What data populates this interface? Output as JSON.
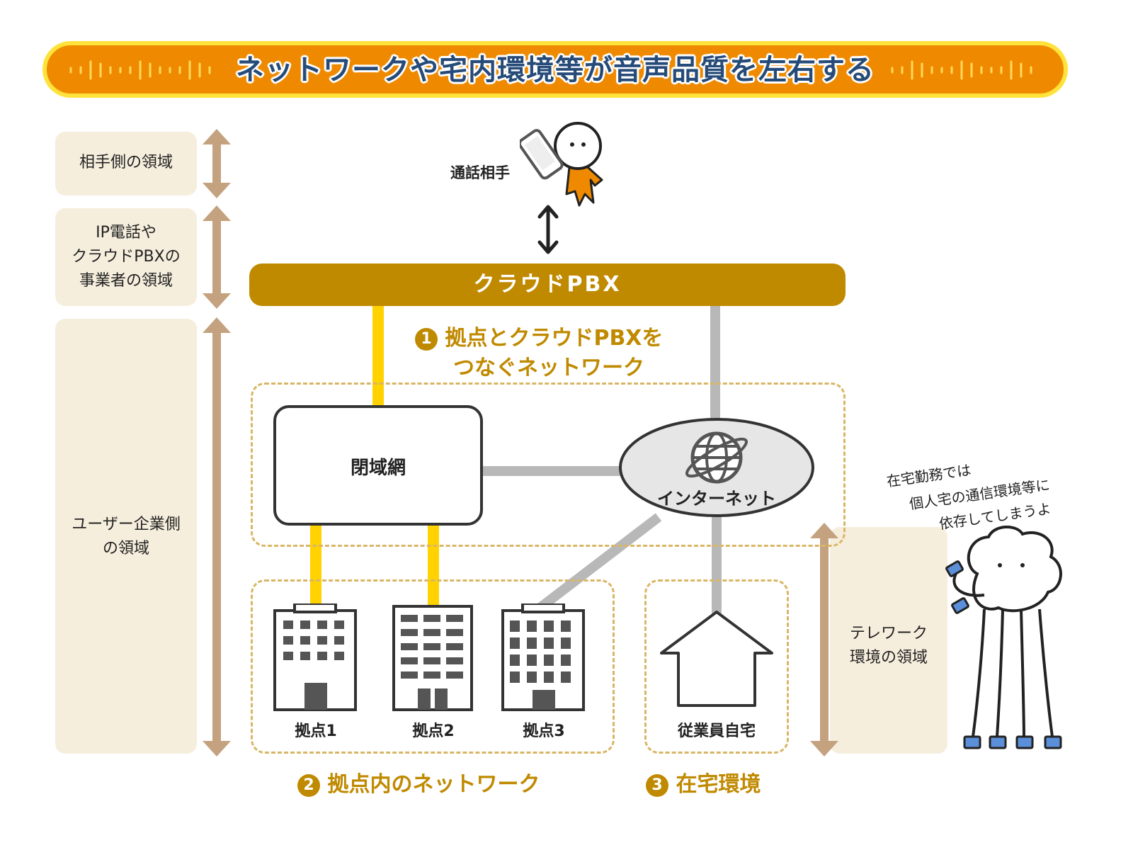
{
  "title": "ネットワークや宅内環境等が音声品質を左右する",
  "regions": {
    "partner": "相手側の領域",
    "provider_line1": "IP電話や",
    "provider_line2": "クラウドPBXの",
    "provider_line3": "事業者の領域",
    "user_line1": "ユーザー企業側",
    "user_line2": "の領域",
    "telework_line1": "テレワーク",
    "telework_line2": "環境の領域"
  },
  "caller_label": "通話相手",
  "pbx_label": "クラウドPBX",
  "section1": {
    "number": "1",
    "line1": "拠点とクラウドPBXを",
    "line2": "つなぐネットワーク"
  },
  "section2": {
    "number": "2",
    "label": "拠点内のネットワーク"
  },
  "section3": {
    "number": "3",
    "label": "在宅環境"
  },
  "closed_network": "閉域網",
  "internet": "インターネット",
  "sites": [
    "拠点1",
    "拠点2",
    "拠点3"
  ],
  "home": "従業員自宅",
  "speech": {
    "line1": "在宅勤務では",
    "line2": "個人宅の通信環境等に",
    "line3": "依存してしまうよ"
  },
  "colors": {
    "accent_orange": "#ef8a00",
    "pbx_gold": "#c08a00",
    "closed_line_yellow": "#ffd200",
    "internet_line_gray": "#b8b8b8",
    "region_bg": "#f6eedd",
    "arrow_tan": "#c4a27f",
    "title_navy": "#264b79"
  },
  "icons": [
    "phone-icon",
    "globe-icon",
    "building-icon",
    "house-icon"
  ]
}
